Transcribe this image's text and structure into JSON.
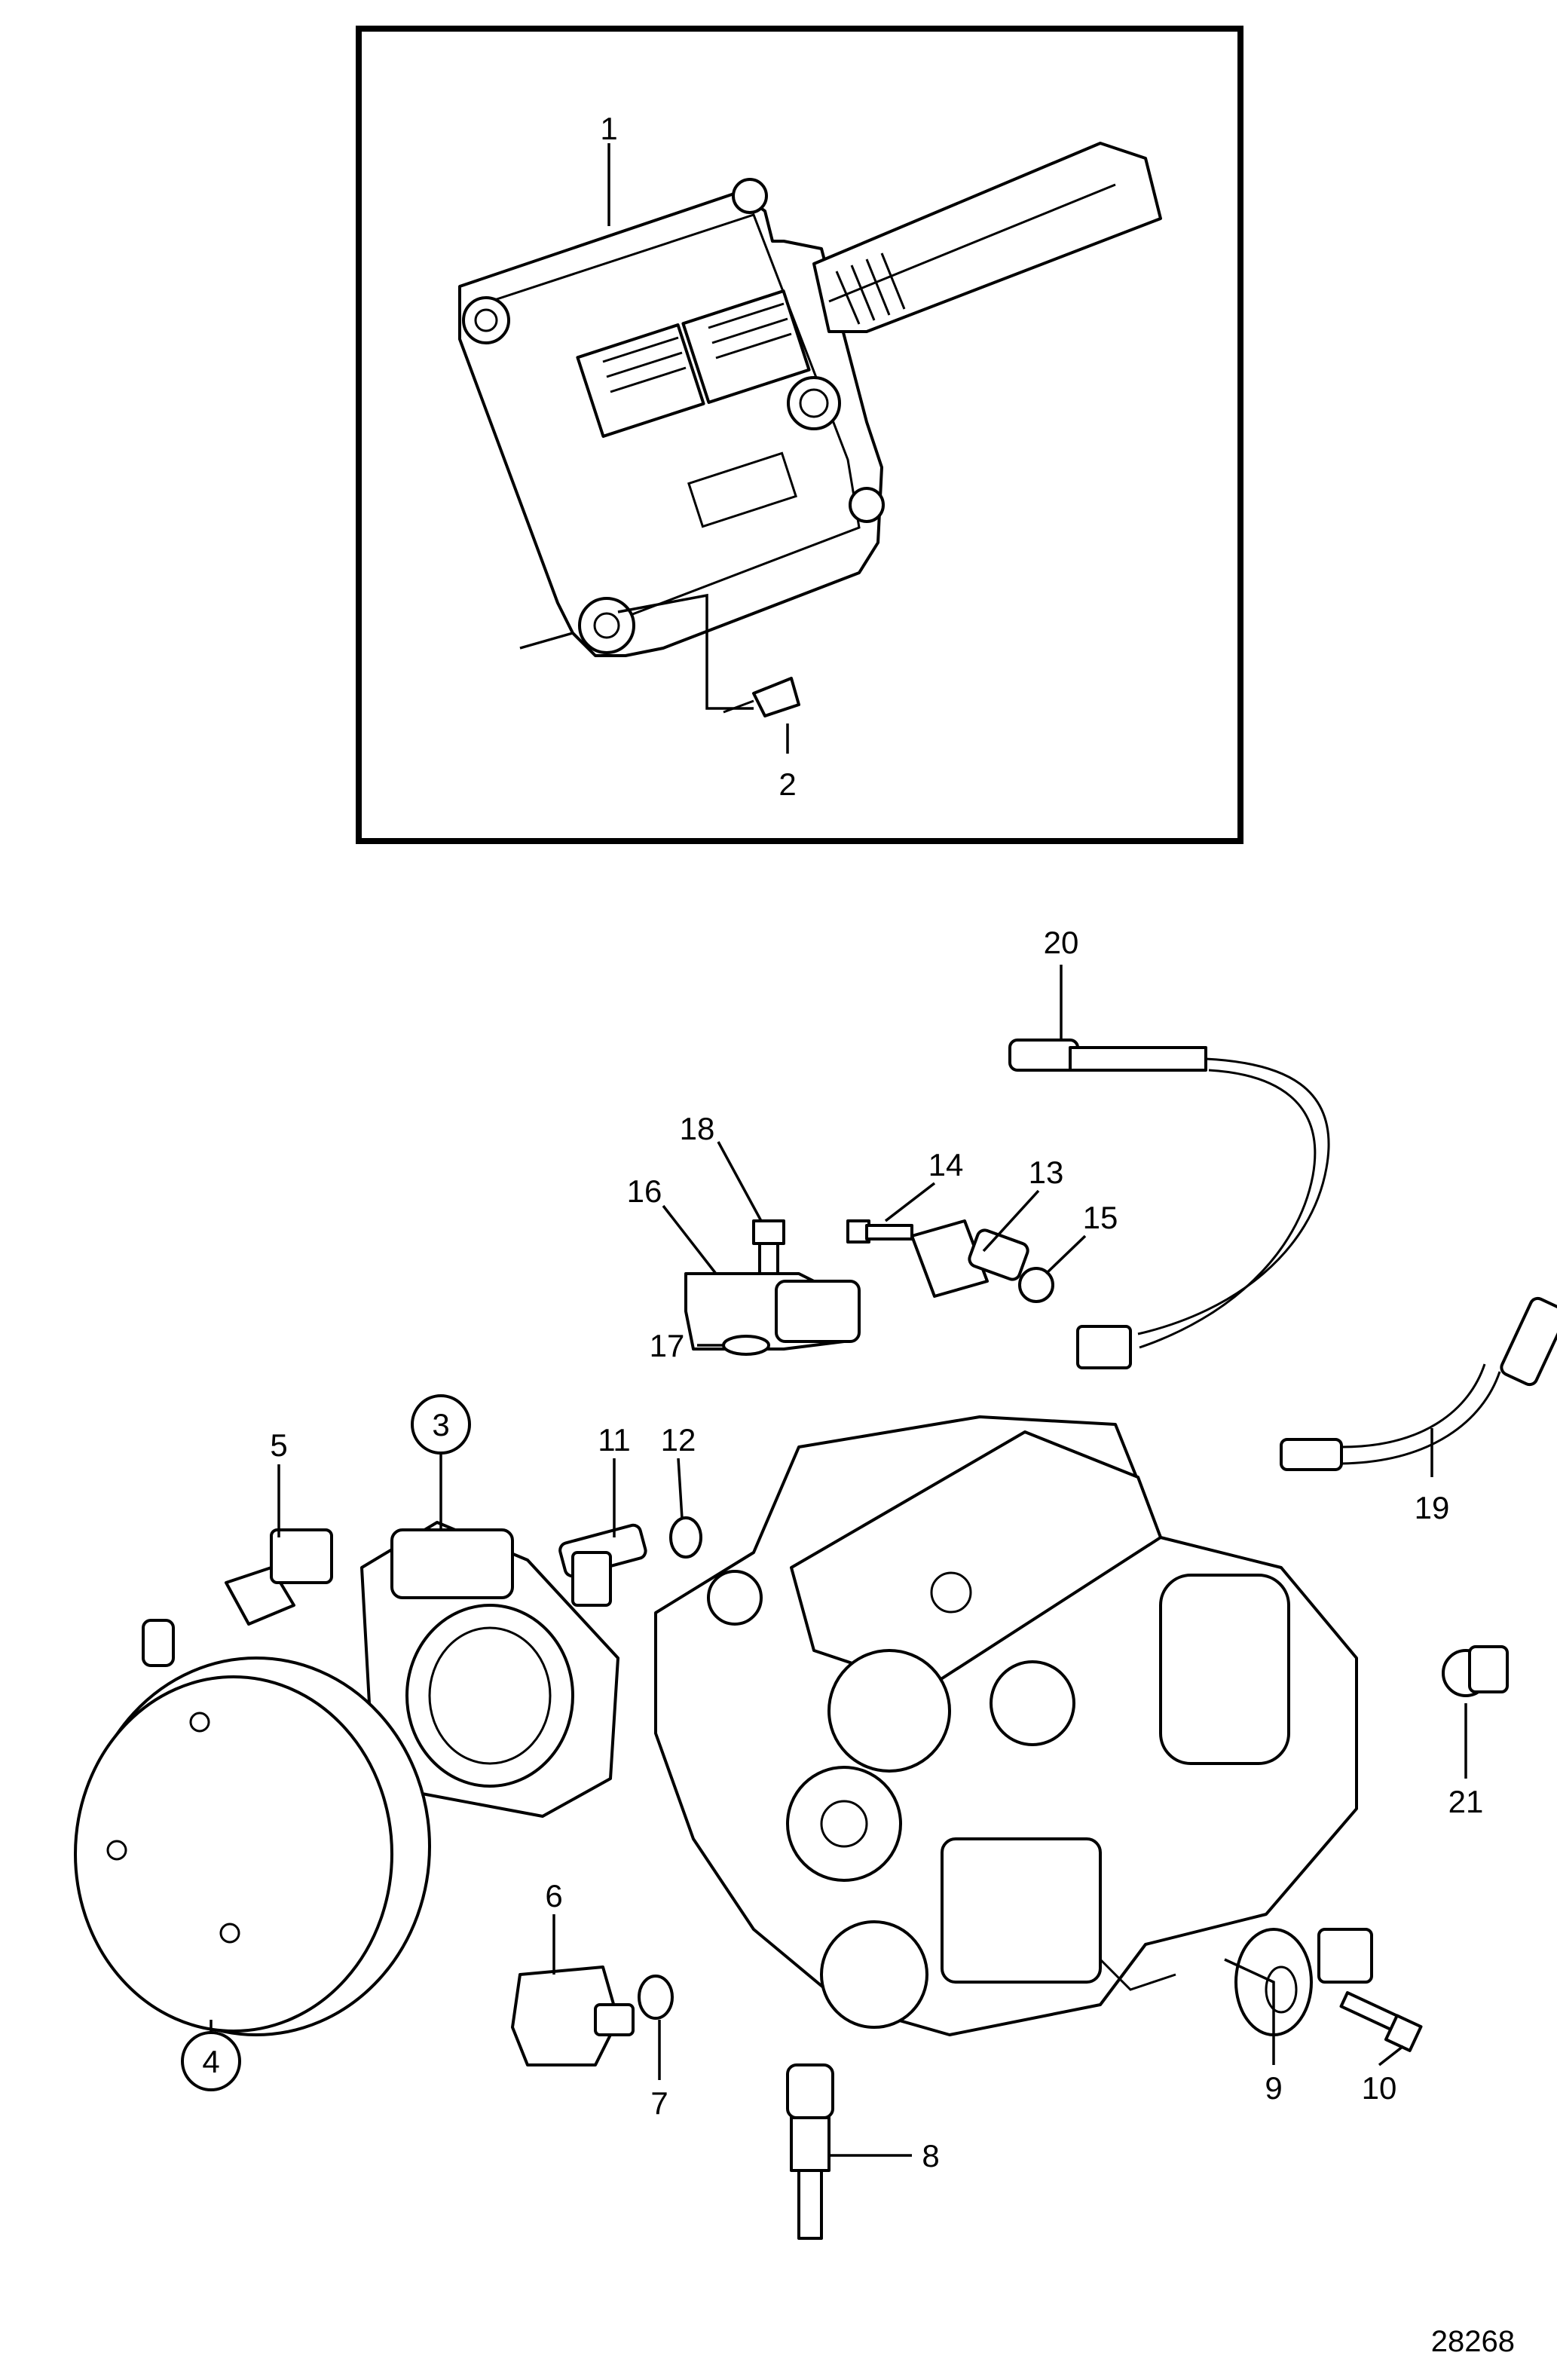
{
  "figure_number": "28268",
  "callouts": [
    {
      "id": "1",
      "text": "1",
      "circled": false
    },
    {
      "id": "2",
      "text": "2",
      "circled": false
    },
    {
      "id": "3",
      "text": "3",
      "circled": true
    },
    {
      "id": "4",
      "text": "4",
      "circled": true
    },
    {
      "id": "5",
      "text": "5",
      "circled": false
    },
    {
      "id": "6",
      "text": "6",
      "circled": false
    },
    {
      "id": "7",
      "text": "7",
      "circled": false
    },
    {
      "id": "8",
      "text": "8",
      "circled": false
    },
    {
      "id": "9",
      "text": "9",
      "circled": false
    },
    {
      "id": "10",
      "text": "10",
      "circled": false
    },
    {
      "id": "11",
      "text": "11",
      "circled": false
    },
    {
      "id": "12",
      "text": "12",
      "circled": false
    },
    {
      "id": "13",
      "text": "13",
      "circled": false
    },
    {
      "id": "14",
      "text": "14",
      "circled": false
    },
    {
      "id": "15",
      "text": "15",
      "circled": false
    },
    {
      "id": "16",
      "text": "16",
      "circled": false
    },
    {
      "id": "17",
      "text": "17",
      "circled": false
    },
    {
      "id": "18",
      "text": "18",
      "circled": false
    },
    {
      "id": "19",
      "text": "19",
      "circled": false
    },
    {
      "id": "20",
      "text": "20",
      "circled": false
    },
    {
      "id": "21",
      "text": "21",
      "circled": false
    }
  ]
}
